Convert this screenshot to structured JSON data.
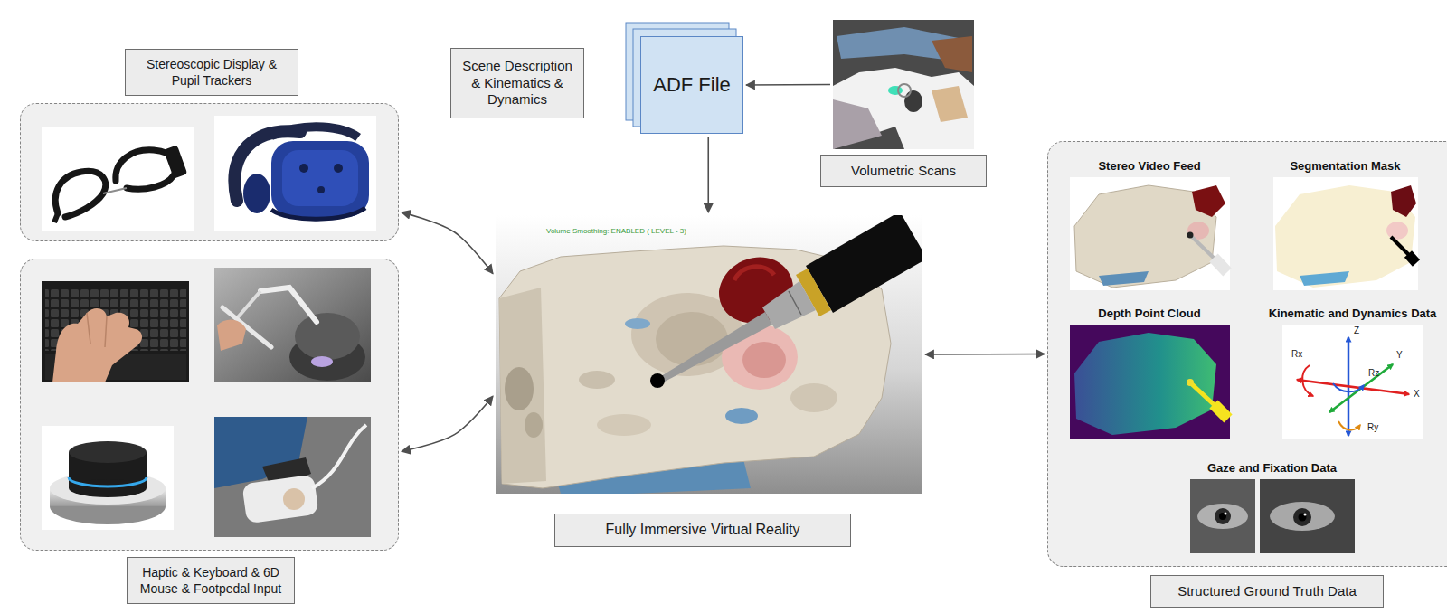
{
  "diagram": {
    "nodes": [
      {
        "text": [
          "Stereoscopic Display & Pupil Trackers"
        ]
      },
      {
        "text": [
          "Haptic & Keyboard & 6D Mouse & Footpedal Input"
        ]
      },
      {
        "text": [
          "Scene Description & Kinematics & Dynamics"
        ]
      },
      {
        "text": [
          "ADF File"
        ]
      },
      {
        "text": [
          "Volumetric Scans"
        ]
      },
      {
        "text": [
          "Fully Immersive Virtual Reality"
        ]
      },
      {
        "text": [
          "Structured Ground Truth Data"
        ]
      },
      {
        "text": [
          "Stereo Video Feed"
        ],
        "in": 6
      },
      {
        "text": [
          "Segmentation Mask"
        ],
        "in": 6
      },
      {
        "text": [
          "Depth Point Cloud"
        ],
        "in": 6
      },
      {
        "text": [
          "Kinematic and Dynamics Data"
        ],
        "in": 6
      },
      {
        "text": [
          "Gaze and Fixation Data"
        ],
        "in": 6
      }
    ],
    "edges": [
      {
        "from": 0,
        "to": 5,
        "arrow": "both"
      },
      {
        "from": 1,
        "to": 5,
        "arrow": "both"
      },
      {
        "from": 4,
        "to": 3,
        "arrow": "to"
      },
      {
        "from": 3,
        "to": 5,
        "arrow": "to"
      },
      {
        "from": 5,
        "to": 6,
        "arrow": "both"
      }
    ],
    "labels": [
      "Volume Smoothing: ENABLED ( LEVEL - 3)",
      "Z",
      "Rx",
      "Y",
      "Rz",
      "X",
      "Ry"
    ]
  }
}
